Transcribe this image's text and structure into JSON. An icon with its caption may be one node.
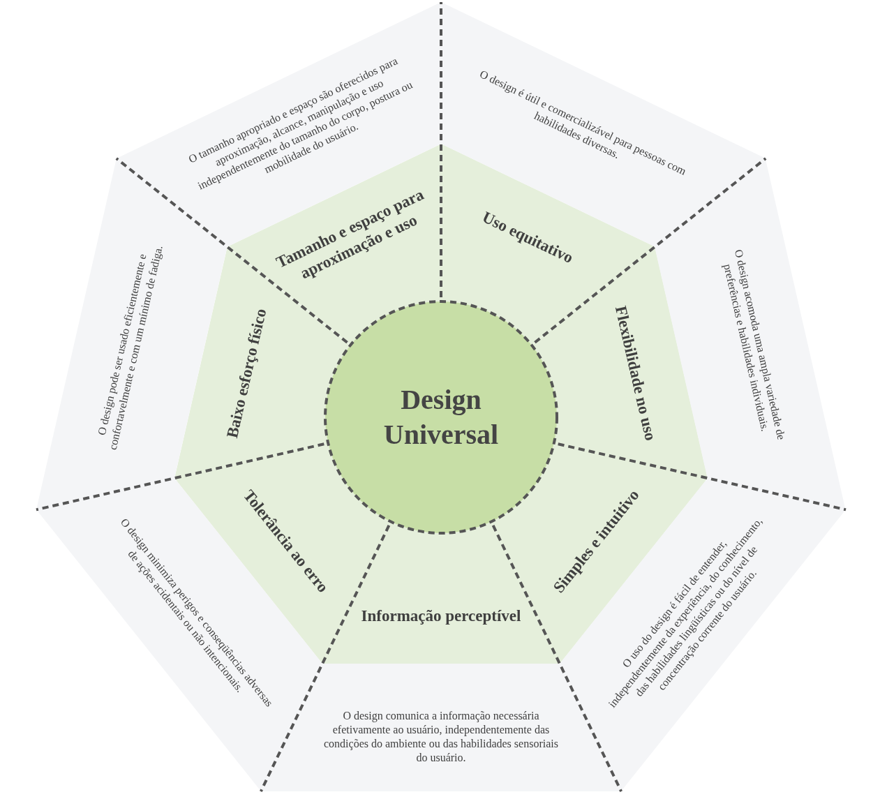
{
  "diagram": {
    "nodes": [
      {
        "text": [
          "Design Universal"
        ]
      },
      {
        "text": [
          "Tamanho e espaço para aproximação e uso"
        ]
      },
      {
        "text": [
          "O tamanho apropriado e espaço são oferecidos para aproximação, alcance, manipulação e uso independentemente do tamanho do corpo, postura ou mobilidade do usuário."
        ]
      },
      {
        "text": [
          "Uso equitativo"
        ]
      },
      {
        "text": [
          "O design é útil e comercializável para pessoas com habilidades diversas."
        ]
      },
      {
        "text": [
          "Flexibilidade no uso"
        ]
      },
      {
        "text": [
          "O design acomoda uma ampla variedade de preferências e habilidades individuais."
        ]
      },
      {
        "text": [
          "Simples e intuitivo"
        ]
      },
      {
        "text": [
          "O uso do design é fácil de entender, independentemente da experiência, do conhecimento, das habilidades lingüísticas ou do nível de concentração corrente do usuário."
        ]
      },
      {
        "text": [
          "Informação perceptível"
        ]
      },
      {
        "text": [
          "O design comunica a informação necessária efetivamente ao usuário, independentemente das condições do ambiente ou das habilidades sensoriais do usuário."
        ]
      },
      {
        "text": [
          "Tolerância ao erro"
        ]
      },
      {
        "text": [
          "O design minimiza perigos e conseqüências adversas de ações acidentais ou não intencionais."
        ]
      },
      {
        "text": [
          "Baixo esforço físico"
        ]
      },
      {
        "text": [
          "O design pode ser usado eficientemente e confortavelmente e com um mínimo de fadiga."
        ]
      }
    ]
  }
}
